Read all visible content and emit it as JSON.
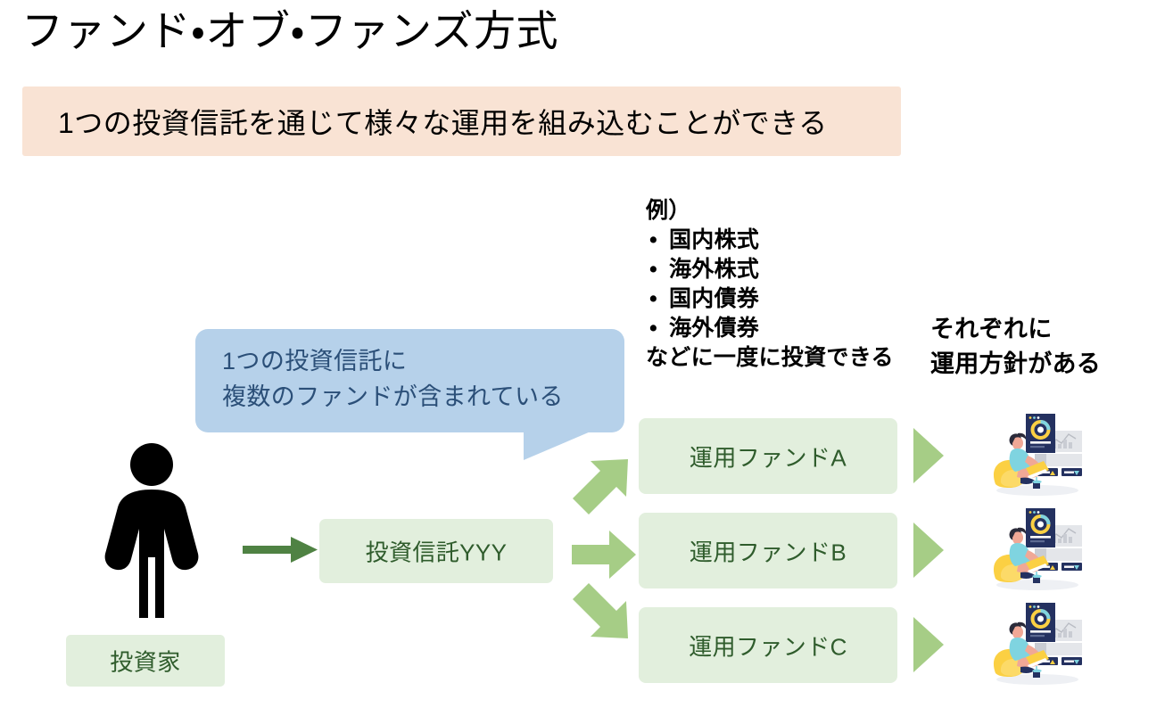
{
  "slide": {
    "title": "ファンド・オブ・ファンズ方式",
    "subtitle": "1つの投資信託を通じて様々な運用を組み込むことができる"
  },
  "example": {
    "heading": "例）",
    "bullet_glyph": "•",
    "items": [
      "国内株式",
      "海外株式",
      "国内債券",
      "海外債券"
    ],
    "footer": "などに一度に投資できる"
  },
  "right_caption": {
    "line1": "それぞれに",
    "line2": "運用方針がある"
  },
  "speech_bubble": {
    "line1": "1つの投資信託に",
    "line2": "複数のファンドが含まれている"
  },
  "investor": {
    "label": "投資家",
    "icon": "person-pictogram-icon"
  },
  "trust": {
    "label": "投資信託YYY"
  },
  "funds": [
    {
      "label": "運用ファンドA"
    },
    {
      "label": "運用ファンドB"
    },
    {
      "label": "運用ファンドC"
    }
  ],
  "arrows": {
    "thin_arrow_icon": "arrow-right-icon",
    "block_arrow_up_icon": "block-arrow-up-right-icon",
    "block_arrow_mid_icon": "block-arrow-right-icon",
    "block_arrow_down_icon": "block-arrow-down-right-icon",
    "triangle_icon": "triangle-right-icon"
  },
  "illustration": {
    "name": "person-with-laptop-dashboard-illustration"
  },
  "colors": {
    "banner_peach": "#f9e3d4",
    "box_green": "#e2efdd",
    "box_green_text": "#2f5c2c",
    "arrow_green": "#a6cd86",
    "thin_arrow_green": "#4f8243",
    "bubble_blue": "#b6d1ea",
    "bubble_text_blue": "#2b4f78",
    "illus_navy": "#243160",
    "illus_yellow": "#fbd043",
    "illus_teal": "#7fd4e0",
    "illus_skin": "#f0a896",
    "background": "#ffffff"
  }
}
